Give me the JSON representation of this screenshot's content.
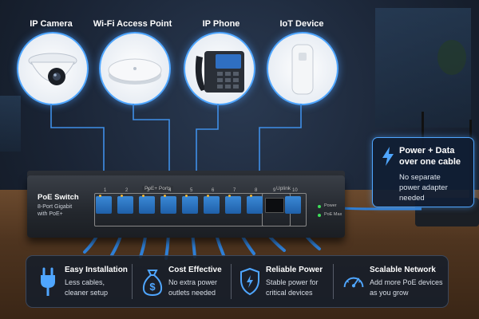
{
  "devices": [
    {
      "label": "IP Camera",
      "icon": "ip-camera-icon"
    },
    {
      "label": "Wi-Fi Access Point",
      "icon": "access-point-icon"
    },
    {
      "label": "IP Phone",
      "icon": "ip-phone-icon"
    },
    {
      "label": "IoT Device",
      "icon": "iot-sensor-icon"
    }
  ],
  "switch": {
    "title": "PoE Switch",
    "subtitle_line1": "8-Port Gigabit",
    "subtitle_line2": "with PoE+",
    "ports_label": "PoE+ Ports",
    "uplink_label": "Uplink",
    "port_numbers": [
      "1",
      "2",
      "3",
      "4",
      "5",
      "6",
      "7",
      "8"
    ],
    "uplink_numbers": [
      "9",
      "10"
    ],
    "status": [
      {
        "label": "Power"
      },
      {
        "label": "PoE Max"
      }
    ]
  },
  "callout": {
    "icon": "lightning-bolt-icon",
    "title_line1": "Power + Data",
    "title_line2": "over one cable",
    "desc_line1": "No separate",
    "desc_line2": "power adapter",
    "desc_line3": "needed"
  },
  "features": [
    {
      "title": "Easy Installation",
      "line1": "Less cables,",
      "line2": "cleaner setup",
      "icon": "power-plug-icon"
    },
    {
      "title": "Cost Effective",
      "line1": "No extra power",
      "line2": "outlets needed",
      "icon": "money-bag-icon"
    },
    {
      "title": "Reliable Power",
      "line1": "Stable power for",
      "line2": "critical devices",
      "icon": "shield-icon"
    },
    {
      "title": "Scalable Network",
      "line1": "Add more PoE devices",
      "line2": "as you grow",
      "icon": "speedometer-icon"
    }
  ],
  "colors": {
    "accent": "#4fa6ff",
    "cable": "#2f7fd6",
    "led_amber": "#f2b632",
    "led_green": "#3ee05a"
  }
}
